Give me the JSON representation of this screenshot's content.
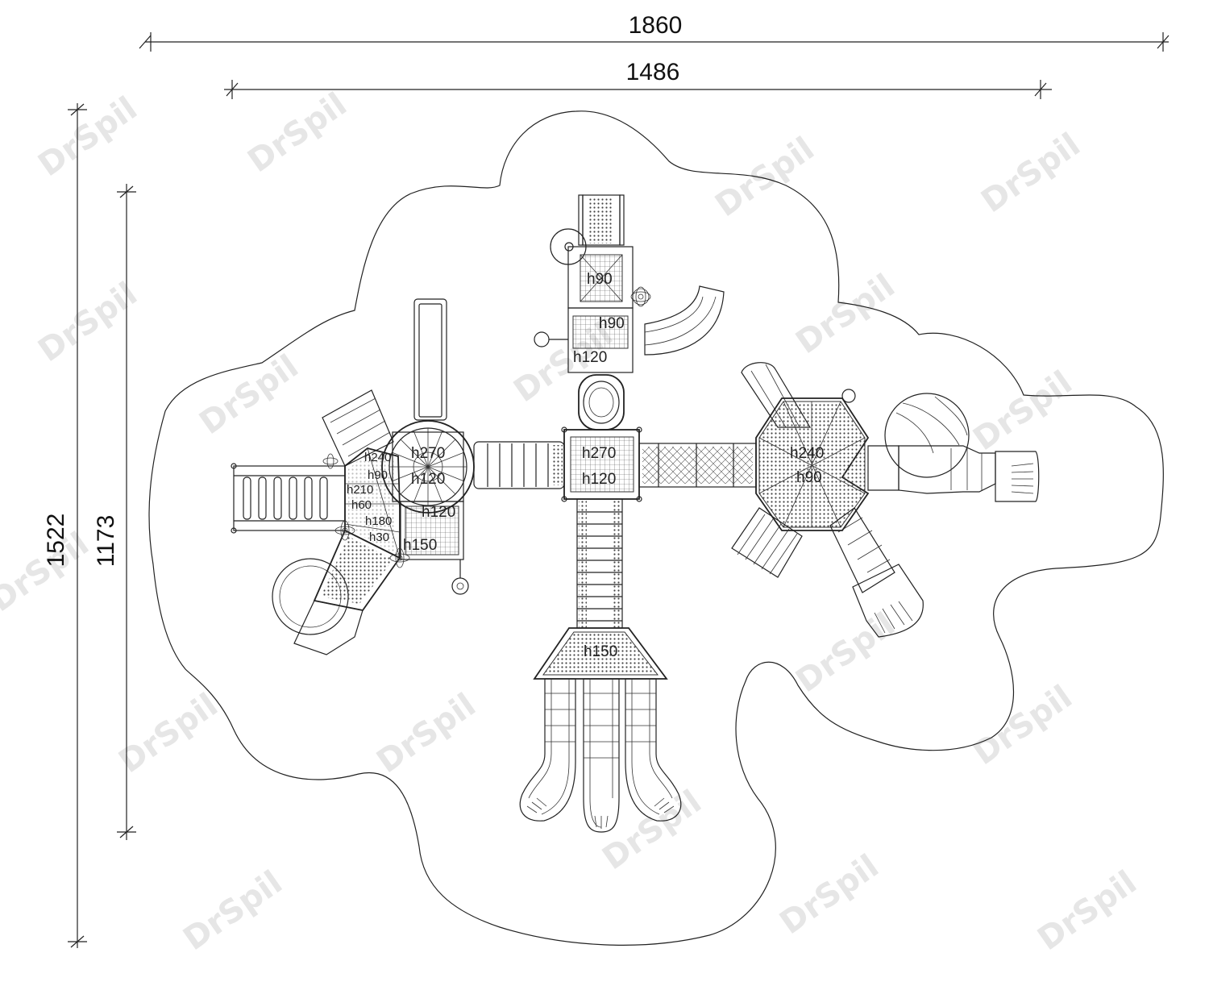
{
  "watermark": "DrSpil",
  "dimensions": {
    "width_outer": "1860",
    "width_inner": "1486",
    "height_outer": "1522",
    "height_inner": "1173"
  },
  "heights": {
    "north_top": "h90",
    "north_mid": "h90",
    "north_low": "h120",
    "center_top": "h270",
    "center_low": "h120",
    "west_round_top": "h270",
    "west_round_low": "h120",
    "west_sq": "h120",
    "west_hex_1": "h240",
    "west_hex_2": "h90",
    "west_hex_3": "h210",
    "west_hex_4": "h60",
    "west_hex_5": "h180",
    "west_hex_6": "h30",
    "west_low": "h150",
    "east_top": "h240",
    "east_low": "h90",
    "south": "h150"
  },
  "colors": {
    "line": "#222222",
    "hatch": "#555555",
    "watermark": "#e6e6e6"
  }
}
